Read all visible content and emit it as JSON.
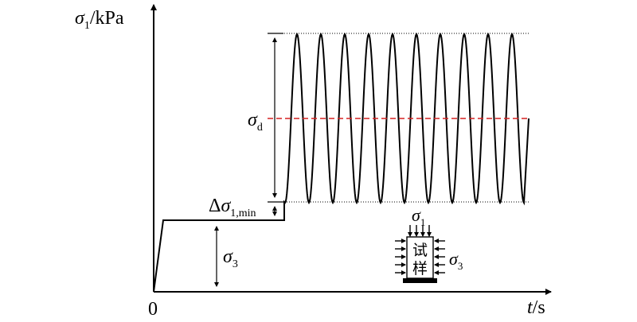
{
  "axes": {
    "y_label": {
      "sym": "σ",
      "sub": "1",
      "unit": "/kPa"
    },
    "x_label": {
      "sym": "t",
      "unit": "/s"
    },
    "origin": "0"
  },
  "annotations": {
    "sigma_d": {
      "sym": "σ",
      "sub": "d"
    },
    "delta_sigma": {
      "prefix": "Δ",
      "sym": "σ",
      "sub": "1,min"
    },
    "sigma_3": {
      "sym": "σ",
      "sub": "3"
    }
  },
  "specimen": {
    "load_top": {
      "sym": "σ",
      "sub": "1"
    },
    "load_side": {
      "sym": "σ",
      "sub": "3"
    },
    "text_line1": "试",
    "text_line2": "样"
  },
  "loading_curve": {
    "cycles": 10,
    "mean_line_color": "#d62020",
    "curve_color": "#000000"
  }
}
